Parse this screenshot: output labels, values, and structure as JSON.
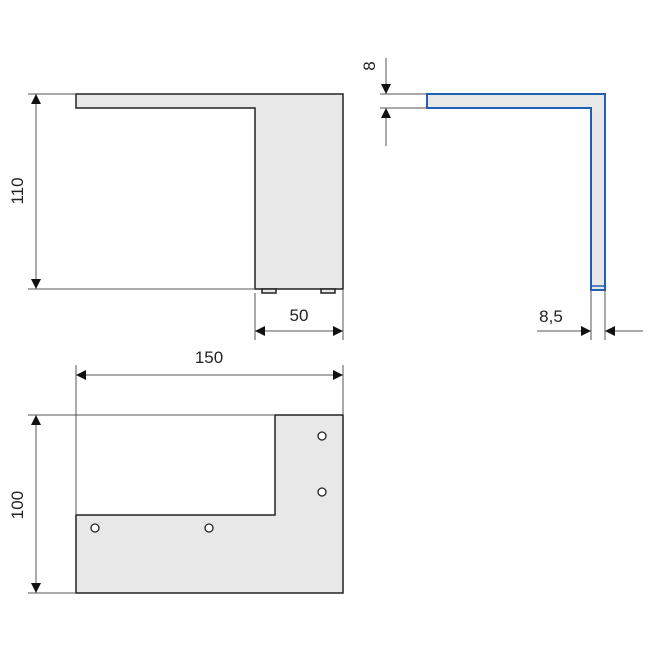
{
  "drawing": {
    "side_view": {
      "height_label": "110",
      "foot_width_label": "50"
    },
    "profile_view": {
      "thickness_label": "8",
      "wall_label": "8,5",
      "outline_color": "#1f5fb4"
    },
    "top_view": {
      "width_label": "150",
      "depth_label": "100"
    },
    "part_fill_color": "#e8e8e8"
  }
}
